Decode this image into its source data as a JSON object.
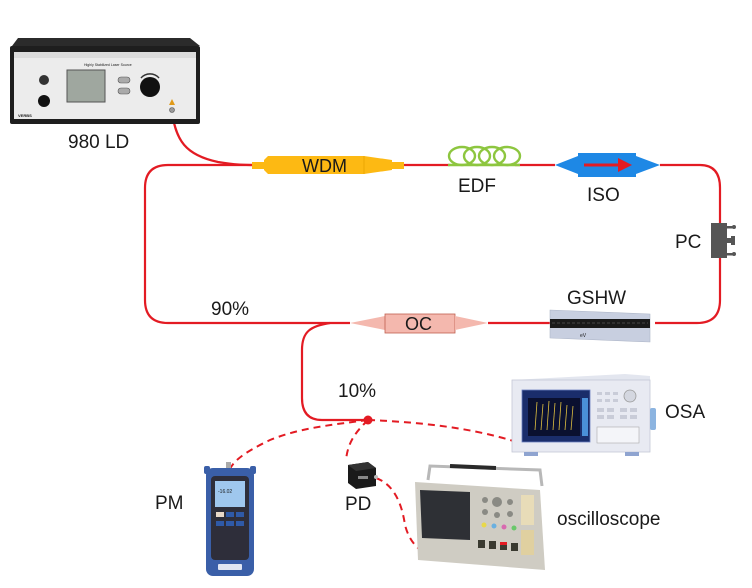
{
  "diagram": {
    "type": "fiber-laser-setup",
    "components": {
      "pump": {
        "label": "980 LD",
        "icon": "laser-diode-source-icon"
      },
      "wdm": {
        "label": "WDM",
        "icon": "wdm-coupler-icon",
        "color": "#FDB913"
      },
      "edf": {
        "label": "EDF",
        "icon": "fiber-coil-icon",
        "color": "#8DC63F"
      },
      "iso": {
        "label": "ISO",
        "icon": "isolator-icon",
        "color": "#1E88E5"
      },
      "pc": {
        "label": "PC",
        "icon": "polarization-controller-icon",
        "color": "#555555"
      },
      "gshw": {
        "label": "GSHW",
        "icon": "waveguide-sample-icon"
      },
      "oc": {
        "label": "OC",
        "icon": "output-coupler-icon",
        "color": "#F4B8AE"
      },
      "osa": {
        "label": "OSA",
        "icon": "optical-spectrum-analyzer-icon"
      },
      "pm": {
        "label": "PM",
        "icon": "power-meter-icon"
      },
      "pd": {
        "label": "PD",
        "icon": "photodetector-icon"
      },
      "scope": {
        "label": "oscilloscope",
        "icon": "oscilloscope-icon"
      }
    },
    "ratios": {
      "loop": "90%",
      "output": "10%"
    },
    "colors": {
      "fiber": "#E31B23",
      "text": "#1a1a1a"
    }
  }
}
